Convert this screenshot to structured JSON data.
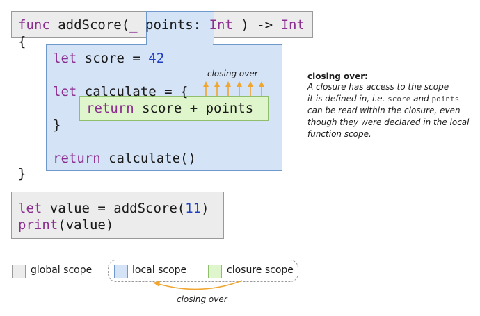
{
  "code": {
    "func_kw": "func",
    "func_name": " addScore(",
    "underscore": "_",
    "param_name": " points:",
    "param_type": "Int",
    "arrow": ") ->",
    "return_type": "Int",
    "open_brace": "{",
    "close_brace": "}",
    "let1_kw": "let",
    "let1_rest": " score = ",
    "let1_val": "42",
    "let2_kw": "let",
    "let2_rest": " calculate = {",
    "ret_inner_kw": "return",
    "ret_inner_rest": " score + points",
    "inner_close": "}",
    "ret_outer_kw": "return",
    "ret_outer_rest": " calculate()",
    "value_kw": "let",
    "value_rest": " value = addScore(",
    "value_arg": "11",
    "value_close": ")",
    "print_kw": "print",
    "print_rest": "(value)"
  },
  "labels": {
    "closing_over_top": "closing over",
    "closing_over_bottom": "closing over"
  },
  "note": {
    "title": "closing over:",
    "line1": "A closure has access to the scope",
    "line2_pre": "it is defined in, i.e. ",
    "code_score": "score",
    "line2_mid": " and ",
    "code_points": "points",
    "line3": "can be read within the closure, even",
    "line4": "though they were declared in the local",
    "line5": "function scope."
  },
  "legend": {
    "global": "global scope",
    "local": "local scope",
    "closure": "closure scope"
  },
  "colors": {
    "global_bg": "#ececec",
    "local_bg": "#d4e3f6",
    "closure_bg": "#dff5cc",
    "arrow": "#f0a630",
    "keyword": "#8b2e8f",
    "number": "#1f3fbf"
  }
}
